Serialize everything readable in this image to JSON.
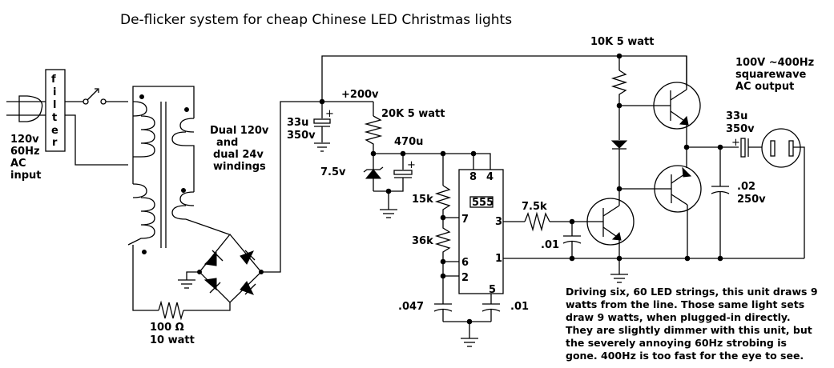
{
  "title": "De-flicker system for cheap Chinese LED Christmas lights",
  "input": {
    "block_label": [
      "f",
      "i",
      "l",
      "t",
      "e",
      "r"
    ],
    "label_lines": [
      "120v",
      "60Hz",
      "AC",
      "input"
    ]
  },
  "transformer": {
    "label_lines": [
      "Dual 120v",
      "and",
      "dual 24v",
      "windings"
    ]
  },
  "resistor_100": {
    "value": "100 Ω",
    "rating": "10 watt"
  },
  "supply": {
    "rail_label": "+200v",
    "cap_value": "33u",
    "cap_rating": "350v",
    "dropping_resistor": "20K 5 watt",
    "zener": "7.5v",
    "filter_cap": "470u"
  },
  "timer": {
    "chip": "555",
    "pins": {
      "p8": "8",
      "p4": "4",
      "p7": "7",
      "p3": "3",
      "p6": "6",
      "p2": "2",
      "p1": "1",
      "p5": "5"
    },
    "r1": "15k",
    "r2": "36k",
    "c_timing": ".047",
    "c_control": ".01"
  },
  "driver": {
    "base_resistor": "7.5k",
    "base_cap": ".01"
  },
  "output_stage": {
    "collector_resistor": "10K 5 watt",
    "out_cap_value": "33u",
    "out_cap_rating": "350v",
    "snubber_value": ".02",
    "snubber_rating": "250v",
    "output_label_lines": [
      "100V ~400Hz",
      "squarewave",
      "AC output"
    ]
  },
  "note_lines": [
    "Driving six, 60 LED strings, this unit draws 9",
    "watts from the line. Those same light sets",
    "draw 9 watts, when plugged-in directly.",
    "They are slightly dimmer with this unit, but",
    "the severely annoying 60Hz strobing is",
    "gone. 400Hz is too fast for the eye to see."
  ]
}
